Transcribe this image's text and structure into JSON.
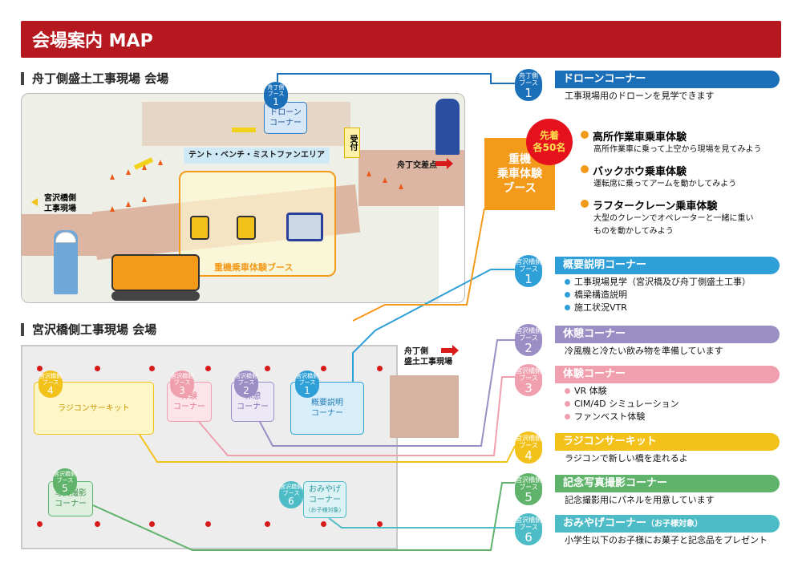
{
  "header": {
    "title": "会場案内 MAP"
  },
  "sections": {
    "funacho_title": "舟丁側盛土工事現場 会場",
    "miyazawa_title": "宮沢橋側工事現場 会場"
  },
  "map1": {
    "tent_area": "テント・ベンチ・ミストファンエリア",
    "reception": "受付",
    "intersection": "舟丁交差点",
    "miyazawa_side": "宮沢橋側\n工事現場",
    "heavy_zone": "重機乗車体験ブース",
    "drone_booth": "ドローン\nコーナー",
    "drone_badge": {
      "line1": "舟丁側",
      "line2": "ブース",
      "num": "1"
    }
  },
  "map2": {
    "funacho_side": "舟丁側\n盛土工事現場",
    "booths": [
      {
        "label": "ラジコンサーキット",
        "badge_line1": "宮沢橋側",
        "badge_line2": "ブース",
        "num": "4"
      },
      {
        "label": "体験\nコーナー",
        "badge_line1": "宮沢橋側",
        "badge_line2": "ブース",
        "num": "3"
      },
      {
        "label": "休憩\nコーナー",
        "badge_line1": "宮沢橋側",
        "badge_line2": "ブース",
        "num": "2"
      },
      {
        "label": "概要説明\nコーナー",
        "badge_line1": "宮沢橋側",
        "badge_line2": "ブース",
        "num": "1"
      },
      {
        "label": "写真撮影\nコーナー",
        "badge_line1": "宮沢橋側",
        "badge_line2": "ブース",
        "num": "5"
      },
      {
        "label": "おみやげ\nコーナー",
        "sub": "（お子様対象）",
        "badge_line1": "宮沢橋側",
        "badge_line2": "ブース",
        "num": "6"
      }
    ]
  },
  "heavy_box": {
    "title": "重機\n乗車体験\nブース",
    "burst": "先着\n各50名"
  },
  "heavy_items": [
    {
      "title": "高所作業車乗車体験",
      "desc": "高所作業車に乗って上空から現場を見てみよう"
    },
    {
      "title": "バックホウ乗車体験",
      "desc": "運転席に乗ってアームを動かしてみよう"
    },
    {
      "title": "ラフタークレーン乗車体験",
      "desc": "大型のクレーンでオペレーターと一緒に重い\nものを動かしてみよう"
    }
  ],
  "legend": [
    {
      "badge_line1": "舟丁側",
      "badge_line2": "ブース",
      "num": "1",
      "title": "ドローンコーナー",
      "subtitle": "",
      "color": "#1a6fb8",
      "desc": [
        "工事現場用のドローンを見学できます"
      ],
      "bullets": false
    },
    {
      "badge_line1": "宮沢橋側",
      "badge_line2": "ブース",
      "num": "1",
      "title": "概要説明コーナー",
      "subtitle": "",
      "color": "#2f9fd8",
      "desc": [
        "工事現場見学（宮沢橋及び舟丁側盛土工事）",
        "橋梁構造説明",
        "施工状況VTR"
      ],
      "bullets": true
    },
    {
      "badge_line1": "宮沢橋側",
      "badge_line2": "ブース",
      "num": "2",
      "title": "休憩コーナー",
      "subtitle": "",
      "color": "#9b8ec4",
      "desc": [
        "冷風機と冷たい飲み物を準備しています"
      ],
      "bullets": false
    },
    {
      "badge_line1": "宮沢橋側",
      "badge_line2": "ブース",
      "num": "3",
      "title": "体験コーナー",
      "subtitle": "",
      "color": "#ef9fae",
      "desc": [
        "VR 体験",
        "CIM/4D シミュレーション",
        "ファンベスト体験"
      ],
      "bullets": true
    },
    {
      "badge_line1": "宮沢橋側",
      "badge_line2": "ブース",
      "num": "4",
      "title": "ラジコンサーキット",
      "subtitle": "",
      "color": "#f2c21a",
      "desc": [
        "ラジコンで新しい橋を走れるよ"
      ],
      "bullets": false
    },
    {
      "badge_line1": "宮沢橋側",
      "badge_line2": "ブース",
      "num": "5",
      "title": "記念写真撮影コーナー",
      "subtitle": "",
      "color": "#5fb36a",
      "desc": [
        "記念撮影用にパネルを用意しています"
      ],
      "bullets": false
    },
    {
      "badge_line1": "宮沢橋側",
      "badge_line2": "ブース",
      "num": "6",
      "title": "おみやげコーナー",
      "subtitle": "（お子様対象）",
      "color": "#4dbcc6",
      "desc": [
        "小学生以下のお子様にお菓子と記念品をプレゼント"
      ],
      "bullets": false
    }
  ],
  "colors": {
    "header": "#b5181e",
    "orange": "#f39a1b",
    "burst": "#e5121e"
  }
}
